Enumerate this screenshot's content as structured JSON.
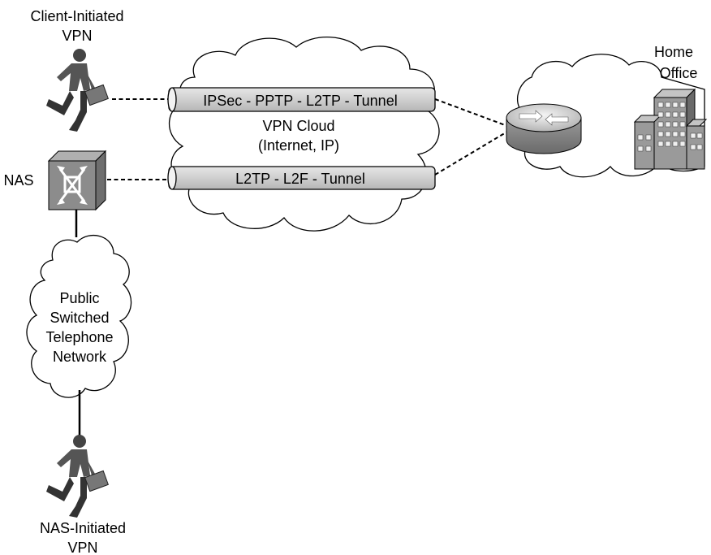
{
  "labels": {
    "client_vpn_line1": "Client-Initiated",
    "client_vpn_line2": "VPN",
    "nas": "NAS",
    "nas_vpn_line1": "NAS-Initiated",
    "nas_vpn_line2": "VPN",
    "home_office_line1": "Home",
    "home_office_line2": "Office",
    "vpn_cloud_line1": "VPN Cloud",
    "vpn_cloud_line2": "(Internet, IP)",
    "pstn_line1": "Public",
    "pstn_line2": "Switched",
    "pstn_line3": "Telephone",
    "pstn_line4": "Network"
  },
  "tunnels": {
    "top": "IPSec - PPTP - L2TP - Tunnel",
    "bottom": "L2TP - L2F - Tunnel"
  },
  "colors": {
    "tunnel_fill": "#cfcfcf",
    "device_gray": "#8c8c8c",
    "building_gray": "#9a9a9a",
    "line": "#000000"
  },
  "icons": {
    "client_user": "running-user-icon",
    "nas_device": "nas-device-icon",
    "router": "router-icon",
    "building": "building-icon",
    "nas_user": "running-user-icon"
  }
}
